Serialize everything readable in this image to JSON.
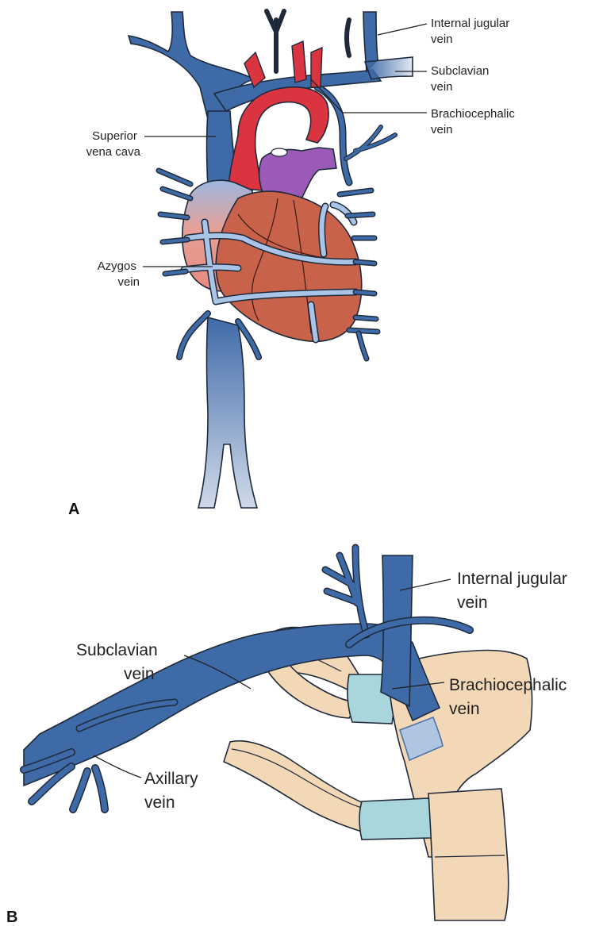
{
  "panel_a": {
    "letter": "A",
    "labels": {
      "internal_jugular": [
        "Internal jugular",
        "vein"
      ],
      "subclavian": [
        "Subclavian",
        "vein"
      ],
      "brachiocephalic": [
        "Brachiocephalic",
        "vein"
      ],
      "superior_vena_cava": [
        "Superior",
        "vena cava"
      ],
      "azygos": [
        "Azygos",
        "vein"
      ]
    }
  },
  "panel_b": {
    "letter": "B",
    "labels": {
      "internal_jugular": [
        "Internal jugular",
        "vein"
      ],
      "subclavian": [
        "Subclavian",
        "vein"
      ],
      "brachiocephalic": [
        "Brachiocephalic",
        "vein"
      ],
      "axillary": [
        "Axillary",
        "vein"
      ]
    }
  },
  "colors": {
    "vein_blue": "#3f6aa8",
    "vein_light": "#a9c4e6",
    "artery_red": "#d9343f",
    "pulmonary_purple": "#9b5ab8",
    "heart_brown": "#c8624a",
    "atrium_pink": "#e58a7d",
    "bone": "#f3d8b8",
    "cartilage": "#a9d6dc",
    "outline": "#1e2a3a"
  }
}
